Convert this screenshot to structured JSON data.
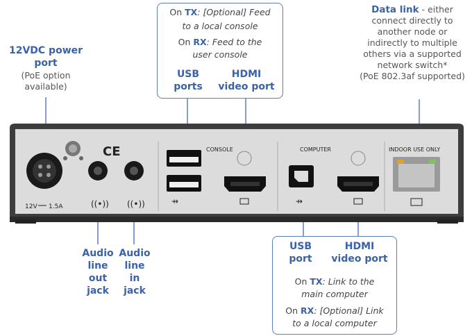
{
  "callouts": {
    "top_box": {
      "tx_prefix": "On ",
      "tx_label": "TX",
      "tx_text": ": [Optional] Feed",
      "tx_text2": "to a local console",
      "rx_prefix": "On ",
      "rx_label": "RX",
      "rx_text": ": Feed to the",
      "rx_text2": "user console",
      "usb_line1": "USB",
      "usb_line2": "ports",
      "hdmi_line1": "HDMI",
      "hdmi_line2": "video port"
    },
    "bottom_box": {
      "usb_line1": "USB",
      "usb_line2": "port",
      "hdmi_line1": "HDMI",
      "hdmi_line2": "video port",
      "tx_prefix": "On ",
      "tx_label": "TX",
      "tx_text": ": Link to the",
      "tx_text2": "main computer",
      "rx_prefix": "On ",
      "rx_label": "RX",
      "rx_text": ": [Optional] Link",
      "rx_text2": "to a local computer"
    },
    "power": {
      "title1": "12VDC power",
      "title2": "port",
      "note1": "(PoE option",
      "note2": "available)"
    },
    "data_link": {
      "title": "Data link",
      "rest": " - either",
      "l2": "connect directly to",
      "l3": "another node or",
      "l4": "indirectly to multiple",
      "l5": "others via a supported",
      "l6": "network switch*",
      "l7": "(PoE 802.3af supported)"
    },
    "audio_out": [
      "Audio",
      "line",
      "out",
      "jack"
    ],
    "audio_in": [
      "Audio",
      "line",
      "in",
      "jack"
    ]
  },
  "device": {
    "power_label": "12V",
    "power_rating": "1.5A",
    "console_label": "CONSOLE",
    "computer_label": "COMPUTER",
    "indoor_label": "INDOOR USE ONLY",
    "ce_mark": "CE"
  },
  "colors": {
    "callout_blue": "#3a62a8",
    "panel_face": "#dcdcdc",
    "chassis": "#3b3b3b",
    "port_black": "#1a1a1a",
    "rj45_led_green": "#7fc35a",
    "rj45_led_amber": "#e0a030"
  }
}
